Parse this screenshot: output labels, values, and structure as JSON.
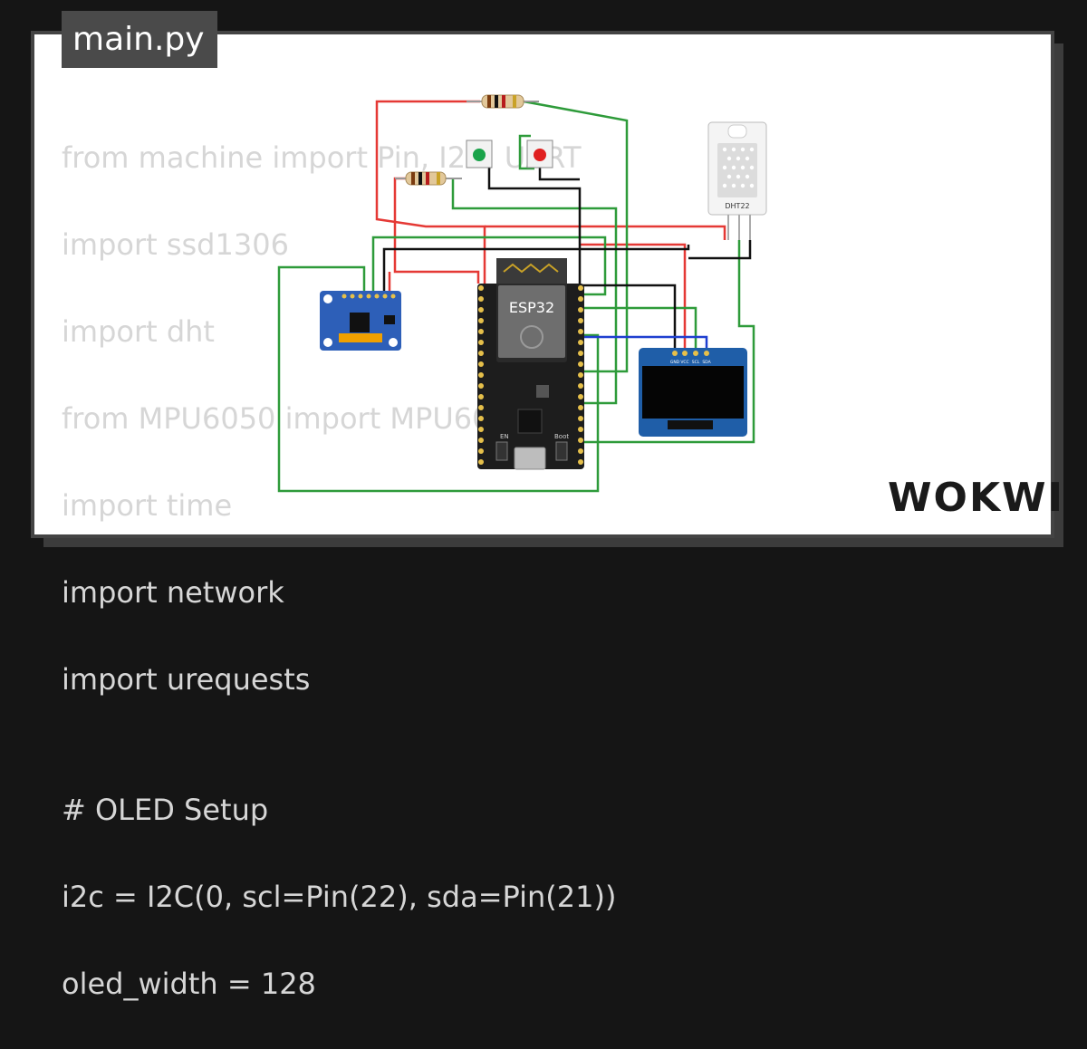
{
  "tab": {
    "filename": "main.py"
  },
  "code": {
    "lines": [
      "from machine import Pin, I2C, UART",
      "import ssd1306",
      "import dht",
      "from MPU6050 import MPU6050",
      "import time",
      "import network",
      "import urequests",
      "",
      "# OLED Setup",
      "i2c = I2C(0, scl=Pin(22), sda=Pin(21))",
      "oled_width = 128"
    ]
  },
  "components": {
    "mcu_label": "ESP32",
    "sensor_label": "DHT22",
    "oled_pins": [
      "GND",
      "VCC",
      "SCL",
      "SDA"
    ],
    "board_buttons": [
      "EN",
      "Boot"
    ]
  },
  "brand": {
    "logo": "WOKWI"
  },
  "colors": {
    "wire_red": "#e53935",
    "wire_green": "#2e9b3a",
    "wire_black": "#111111",
    "wire_blue": "#1e3fd0",
    "mpu_board": "#2d5fb8",
    "oled_board": "#1f5ea8"
  }
}
